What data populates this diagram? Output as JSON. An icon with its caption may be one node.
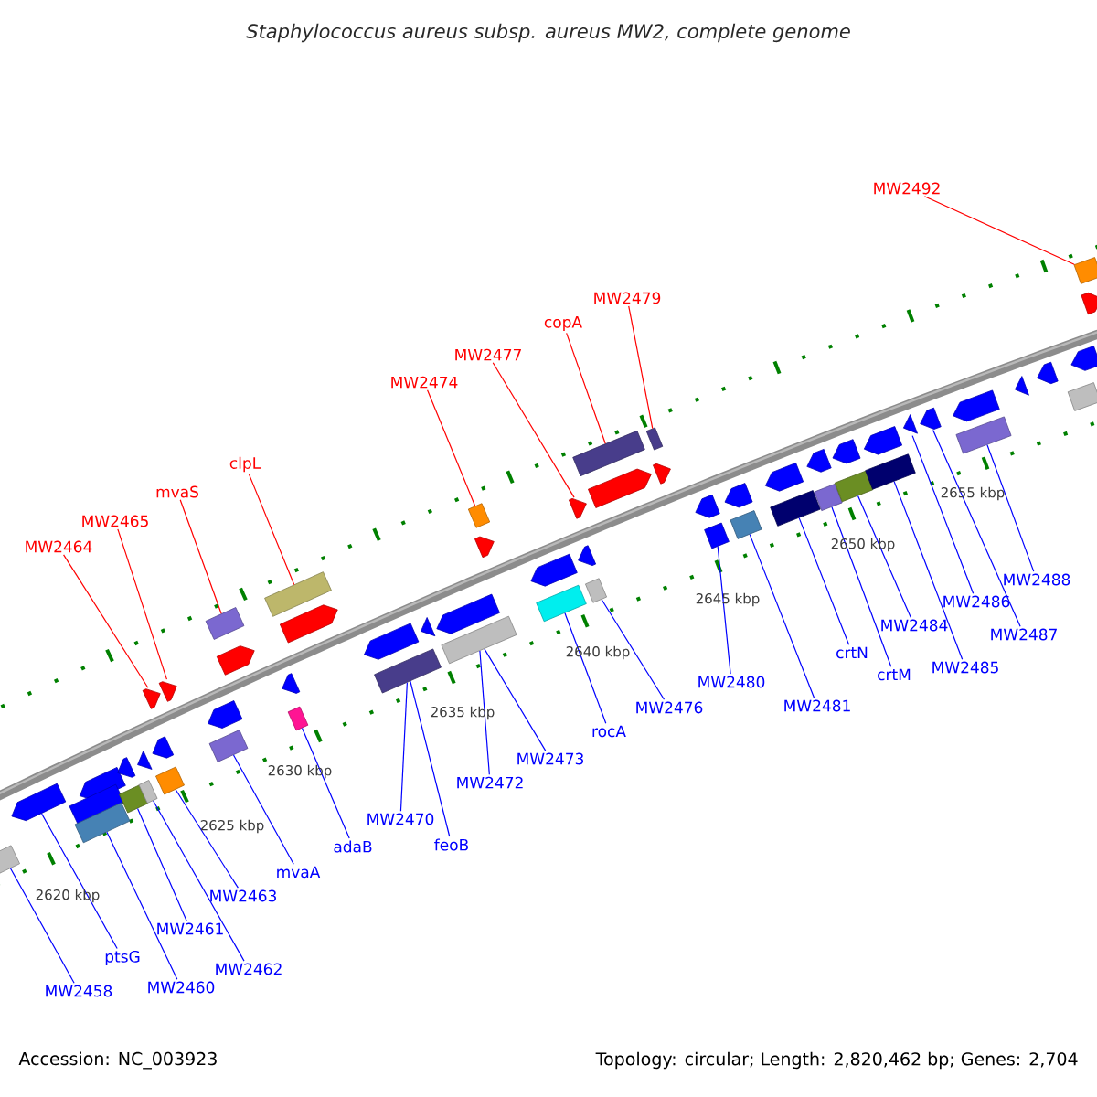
{
  "diagram": {
    "title": "Staphylococcus aureus subsp. aureus MW2, complete genome",
    "nodes": [
      {
        "text": [
          "MW2464"
        ]
      },
      {
        "text": [
          "MW2465"
        ]
      },
      {
        "text": [
          "mvaS"
        ]
      },
      {
        "text": [
          "clpL"
        ]
      },
      {
        "text": [
          "MW2474"
        ]
      },
      {
        "text": [
          "MW2477"
        ]
      },
      {
        "text": [
          "copA"
        ]
      },
      {
        "text": [
          "MW2479"
        ]
      },
      {
        "text": [
          "MW2492"
        ]
      },
      {
        "text": [
          "MW2458"
        ]
      },
      {
        "text": [
          "ptsG"
        ]
      },
      {
        "text": [
          "MW2460"
        ]
      },
      {
        "text": [
          "MW2461"
        ]
      },
      {
        "text": [
          "MW2462"
        ]
      },
      {
        "text": [
          "MW2463"
        ]
      },
      {
        "text": [
          "mvaA"
        ]
      },
      {
        "text": [
          "adaB"
        ]
      },
      {
        "text": [
          "MW2470"
        ]
      },
      {
        "text": [
          "feoB"
        ]
      },
      {
        "text": [
          "MW2472"
        ]
      },
      {
        "text": [
          "MW2473"
        ]
      },
      {
        "text": [
          "rocA"
        ]
      },
      {
        "text": [
          "MW2476"
        ]
      },
      {
        "text": [
          "MW2480"
        ]
      },
      {
        "text": [
          "MW2481"
        ]
      },
      {
        "text": [
          "crtN"
        ]
      },
      {
        "text": [
          "crtM"
        ]
      },
      {
        "text": [
          "MW2484"
        ]
      },
      {
        "text": [
          "MW2485"
        ]
      },
      {
        "text": [
          "MW2486"
        ]
      },
      {
        "text": [
          "MW2487"
        ]
      },
      {
        "text": [
          "MW2488"
        ]
      },
      {
        "text": [],
        "shape": "arrow"
      },
      {
        "text": [],
        "shape": "arrow"
      },
      {
        "text": [],
        "shape": "arrow"
      },
      {
        "text": [],
        "shape": "arrow"
      },
      {
        "text": [],
        "shape": "arrow"
      },
      {
        "text": [],
        "shape": "arrow"
      },
      {
        "text": [],
        "shape": "arrow"
      },
      {
        "text": [],
        "shape": "arrow"
      },
      {
        "text": [],
        "shape": "arrow"
      },
      {
        "text": [],
        "shape": "box"
      },
      {
        "text": [],
        "shape": "box"
      },
      {
        "text": [],
        "shape": "box"
      },
      {
        "text": [],
        "shape": "box"
      },
      {
        "text": [],
        "shape": "box"
      },
      {
        "text": [],
        "shape": "box"
      },
      {
        "text": [],
        "shape": "arrow"
      },
      {
        "text": [],
        "shape": "arrow"
      },
      {
        "text": [],
        "shape": "arrow"
      },
      {
        "text": [],
        "shape": "arrow"
      },
      {
        "text": [],
        "shape": "arrow"
      },
      {
        "text": [],
        "shape": "arrow"
      },
      {
        "text": [],
        "shape": "arrow"
      },
      {
        "text": [],
        "shape": "arrow"
      },
      {
        "text": [],
        "shape": "arrow"
      },
      {
        "text": [],
        "shape": "arrow"
      },
      {
        "text": [],
        "shape": "arrow"
      },
      {
        "text": [],
        "shape": "arrow"
      },
      {
        "text": [],
        "shape": "arrow"
      },
      {
        "text": [],
        "shape": "arrow"
      },
      {
        "text": [],
        "shape": "arrow"
      },
      {
        "text": [],
        "shape": "arrow"
      },
      {
        "text": [],
        "shape": "arrow"
      },
      {
        "text": [],
        "shape": "arrow"
      },
      {
        "text": [],
        "shape": "arrow"
      },
      {
        "text": [],
        "shape": "arrow"
      },
      {
        "text": [],
        "shape": "arrow"
      },
      {
        "text": [],
        "shape": "arrow"
      },
      {
        "text": [],
        "shape": "arrow"
      },
      {
        "text": [],
        "shape": "arrow"
      },
      {
        "text": [],
        "shape": "box"
      },
      {
        "text": [],
        "shape": "box"
      },
      {
        "text": [],
        "shape": "box"
      },
      {
        "text": [],
        "shape": "box"
      },
      {
        "text": [],
        "shape": "box"
      },
      {
        "text": [],
        "shape": "box"
      },
      {
        "text": [],
        "shape": "box"
      },
      {
        "text": [],
        "shape": "box"
      },
      {
        "text": [],
        "shape": "box"
      },
      {
        "text": [],
        "shape": "box"
      },
      {
        "text": [],
        "shape": "box"
      },
      {
        "text": [],
        "shape": "box"
      },
      {
        "text": [],
        "shape": "box"
      },
      {
        "text": [],
        "shape": "box"
      },
      {
        "text": [],
        "shape": "box"
      },
      {
        "text": [],
        "shape": "box"
      },
      {
        "text": [],
        "shape": "box"
      },
      {
        "text": [],
        "shape": "box"
      },
      {
        "text": [],
        "shape": "box"
      },
      {
        "text": [],
        "shape": "box"
      }
    ],
    "edges": [
      {
        "from": 0,
        "to": 32,
        "arrow": "none",
        "color": "#ff0000"
      },
      {
        "from": 1,
        "to": 33,
        "arrow": "none",
        "color": "#ff0000"
      },
      {
        "from": 2,
        "to": 41,
        "arrow": "none",
        "color": "#ff0000"
      },
      {
        "from": 3,
        "to": 42,
        "arrow": "none",
        "color": "#ff0000"
      },
      {
        "from": 4,
        "to": 43,
        "arrow": "none",
        "color": "#ff0000"
      },
      {
        "from": 5,
        "to": 37,
        "arrow": "none",
        "color": "#ff0000"
      },
      {
        "from": 6,
        "to": 44,
        "arrow": "none",
        "color": "#ff0000"
      },
      {
        "from": 7,
        "to": 45,
        "arrow": "none",
        "color": "#ff0000"
      },
      {
        "from": 8,
        "to": 46,
        "arrow": "none",
        "color": "#ff0000"
      },
      {
        "from": 9,
        "to": 71,
        "arrow": "none"
      },
      {
        "from": 10,
        "to": 47,
        "arrow": "none"
      },
      {
        "from": 11,
        "to": 73,
        "arrow": "none"
      },
      {
        "from": 12,
        "to": 74,
        "arrow": "none"
      },
      {
        "from": 13,
        "to": 75,
        "arrow": "none"
      },
      {
        "from": 14,
        "to": 76,
        "arrow": "none"
      },
      {
        "from": 15,
        "to": 77,
        "arrow": "none"
      },
      {
        "from": 16,
        "to": 78,
        "arrow": "none"
      },
      {
        "from": 17,
        "to": 79,
        "arrow": "none"
      },
      {
        "from": 18,
        "to": 79,
        "arrow": "none"
      },
      {
        "from": 19,
        "to": 80,
        "arrow": "none"
      },
      {
        "from": 20,
        "to": 80,
        "arrow": "none"
      },
      {
        "from": 21,
        "to": 81,
        "arrow": "none"
      },
      {
        "from": 22,
        "to": 82,
        "arrow": "none"
      },
      {
        "from": 23,
        "to": 83,
        "arrow": "none"
      },
      {
        "from": 24,
        "to": 84,
        "arrow": "none"
      },
      {
        "from": 25,
        "to": 85,
        "arrow": "none"
      },
      {
        "from": 26,
        "to": 86,
        "arrow": "none"
      },
      {
        "from": 27,
        "to": 87,
        "arrow": "none"
      },
      {
        "from": 28,
        "to": 88,
        "arrow": "none"
      },
      {
        "from": 29,
        "to": 65,
        "arrow": "none"
      },
      {
        "from": 30,
        "to": 66,
        "arrow": "none"
      },
      {
        "from": 31,
        "to": 89,
        "arrow": "none"
      }
    ],
    "labels": [
      "2620 kbp",
      "2625 kbp",
      "2630 kbp",
      "2635 kbp",
      "2640 kbp",
      "2645 kbp",
      "2650 kbp",
      "2655 kbp",
      "Accession: NC_003923",
      "Topology: circular; Length: 2,820,462 bp; Genes: 2,704"
    ]
  }
}
